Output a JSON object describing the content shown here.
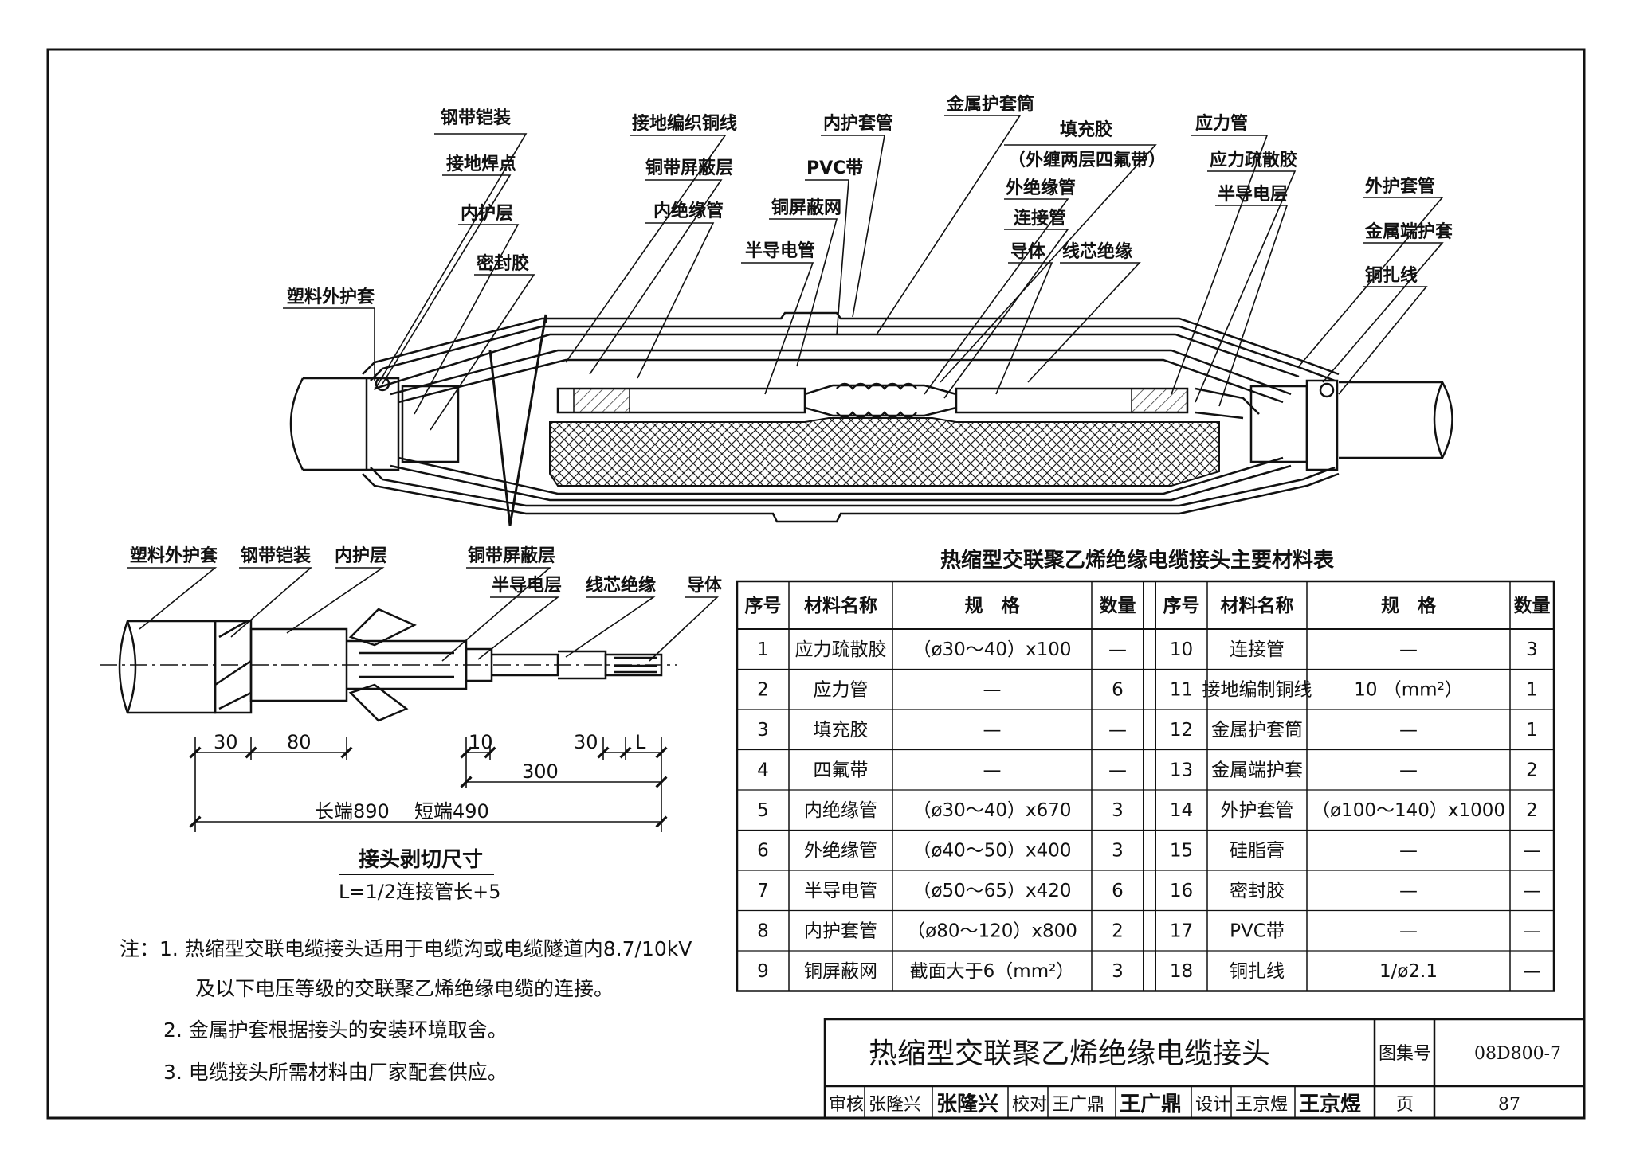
{
  "main_labels": [
    "钢带铠装",
    "接地焊点",
    "内护层",
    "密封胶",
    "塑料外护套",
    "接地编织铜线",
    "铜带屏蔽层",
    "内绝缘管",
    "半导电管",
    "铜屏蔽网",
    "内护套管",
    "PVC带",
    "金属护套筒",
    "填充胶",
    "（外缠两层四氟带）",
    "外绝缘管",
    "连接管",
    "导体",
    "线芯绝缘",
    "应力管",
    "应力疏散胶",
    "半导电层",
    "外护套管",
    "金属端护套",
    "铜扎线"
  ],
  "strip_labels": [
    "塑料外护套",
    "钢带铠装",
    "内护层",
    "铜带屏蔽层",
    "半导电层",
    "线芯绝缘",
    "导体"
  ],
  "dimensions": [
    "30",
    "80",
    "10",
    "30",
    "L",
    "300",
    "长端890",
    "短端490"
  ],
  "strip_caption": "接头剥切尺寸",
  "strip_formula": "L=1/2连接管长+5",
  "table": {
    "title": "热缩型交联聚乙烯绝缘电缆接头主要材料表",
    "headers": [
      "序号",
      "材料名称",
      "规　格",
      "数量",
      "序号",
      "材料名称",
      "规　格",
      "数量"
    ],
    "rows": [
      [
        "1",
        "应力疏散胶",
        "（ø30～40）x100",
        "—",
        "10",
        "连接管",
        "—",
        "3"
      ],
      [
        "2",
        "应力管",
        "—",
        "6",
        "11",
        "接地编制铜线",
        "10 （mm²）",
        "1"
      ],
      [
        "3",
        "填充胶",
        "—",
        "—",
        "12",
        "金属护套筒",
        "—",
        "1"
      ],
      [
        "4",
        "四氟带",
        "—",
        "—",
        "13",
        "金属端护套",
        "—",
        "2"
      ],
      [
        "5",
        "内绝缘管",
        "（ø30～40）x670",
        "3",
        "14",
        "外护套管",
        "（ø100～140）x1000",
        "2"
      ],
      [
        "6",
        "外绝缘管",
        "（ø40～50）x400",
        "3",
        "15",
        "硅脂膏",
        "—",
        "—"
      ],
      [
        "7",
        "半导电管",
        "（ø50～65）x420",
        "6",
        "16",
        "密封胶",
        "—",
        "—"
      ],
      [
        "8",
        "内护套管",
        "（ø80～120）x800",
        "2",
        "17",
        "PVC带",
        "—",
        "—"
      ],
      [
        "9",
        "铜屏蔽网",
        "截面大于6（mm²）",
        "3",
        "18",
        "铜扎线",
        "1/ø2.1",
        "—"
      ]
    ]
  },
  "notes": [
    "注：1. 热缩型交联电缆接头适用于电缆沟或电缆隧道内8.7/10kV",
    "及以下电压等级的交联聚乙烯绝缘电缆的连接。",
    "2. 金属护套根据接头的安装环境取舍。",
    "3. 电缆接头所需材料由厂家配套供应。"
  ],
  "title_block": {
    "title": "热缩型交联聚乙烯绝缘电缆接头",
    "atlas_label": "图集号",
    "atlas_no": "08D800-7",
    "page_label": "页",
    "page_no": "87",
    "review_label": "审核",
    "review_name": "张隆兴",
    "review_sig": "张隆兴",
    "check_label": "校对",
    "check_name": "王广鼎",
    "check_sig": "王广鼎",
    "design_label": "设计",
    "design_name": "王京煜",
    "design_sig": "王京煜"
  }
}
